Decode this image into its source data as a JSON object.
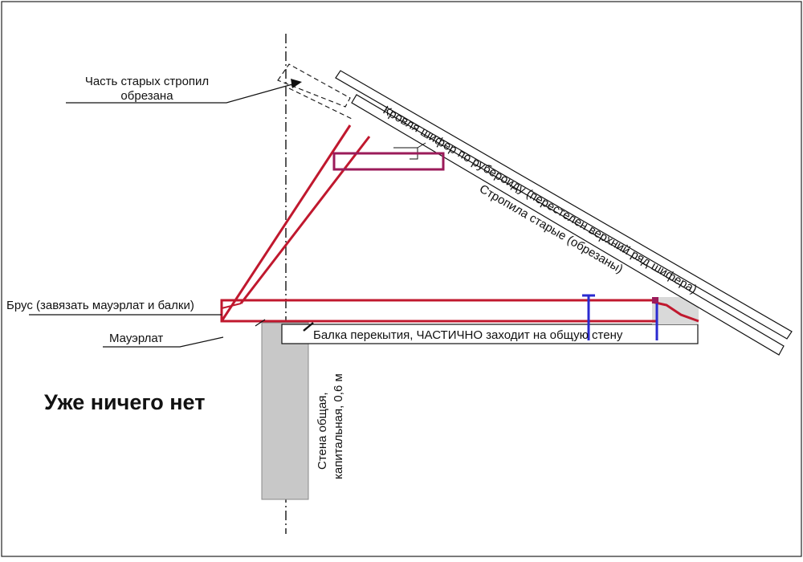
{
  "labels": {
    "old_rafters_cut": [
      "Часть старых стропил",
      "обрезана"
    ],
    "roof": "Кровля шифер по рубероиду (перестелен верхний ряд шифера)",
    "old_rafters": "Стропила старые (обрезаны)",
    "beam_bar": "Брус (завязать мауэрлат и балки)",
    "mauerlat": "Мауэрлат",
    "floor_beam": "Балка перекытия, ЧАСТИЧНО заходит на общую стену",
    "wall": [
      "Стена общая,",
      "капитальная, 0,6 м"
    ],
    "headline": "Уже ничего нет"
  },
  "colors": {
    "new_timber": "#c0182e",
    "collar": "#9b1b5a",
    "fastener": "#2a2ad0",
    "wall_fill": "#c8c8c8",
    "line": "#111111"
  }
}
